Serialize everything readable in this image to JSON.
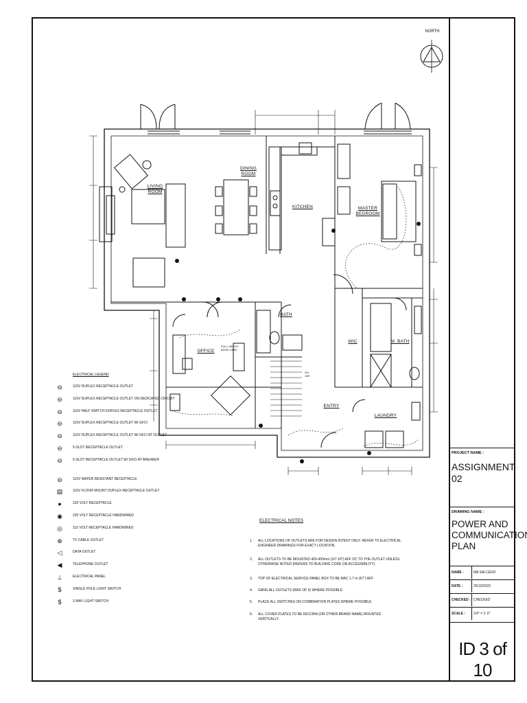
{
  "compass": {
    "label": "NORTH"
  },
  "rooms": {
    "living": "LIVING\nROOM",
    "dining": "DINING\nROOM",
    "kitchen": "KITCHEN",
    "master": "MASTER\nBEDROOM",
    "bath": "BATH",
    "office": "OFFICE",
    "wic": "WIC",
    "mbath": "M. BATH",
    "entry": "ENTRY",
    "laundry": "LAUNDRY"
  },
  "annotations": {
    "bookcase": "FULL HEIGHT\nBOOK CASE",
    "dn": "DN\n16R"
  },
  "legend": {
    "title": "ELECTRICAL LEGEND",
    "items": [
      {
        "icon": "duplex-dedicated-icon",
        "text": "110V DUPLEX RECEPTACLE OUTLET"
      },
      {
        "icon": "duplex-dedicated-icon",
        "text": "110V DUPLEX RECEPTACLE OUTLET ON DEDICATED CIRCUIT"
      },
      {
        "icon": "half-switch-icon",
        "text": "110V HALF SWITCH DUPLEX RECEPTACLE OUTLET"
      },
      {
        "icon": "gfci-icon",
        "text": "110V DUPLEX RECEPTACLE OUTLET W/ GFCI"
      },
      {
        "icon": "gfci-outlet-icon",
        "text": "110V DUPLEX RECEPTACLE OUTLET W/ GFCI AT OUTLET"
      },
      {
        "icon": "5slot-icon",
        "text": "5-SLOT RECEPTACLE OUTLET"
      },
      {
        "icon": "5slot-gfci-icon",
        "text": "5-SLOT RECEPTACLE OUTLET W/ GFCI AT BREAKER"
      },
      {
        "icon": "water-resistant-icon",
        "text": "110V WATER RESISTANT RECEPTACLE"
      },
      {
        "icon": "floor-mount-icon",
        "text": "110V FLOOR MOUNT DUPLEX RECEPTACLE OUTLET"
      },
      {
        "icon": "220v-icon",
        "text": "220 VOLT RECEPTACLE"
      },
      {
        "icon": "220v-hardwired-icon",
        "text": "220 VOLT RECEPTACLE HARDWIRED"
      },
      {
        "icon": "110v-hardwired-icon",
        "text": "110 VOLT RECEPTACLE HARDWIRED"
      },
      {
        "icon": "tv-cable-icon",
        "text": "TV CABLE OUTLET"
      },
      {
        "icon": "data-outlet-icon",
        "text": "DATA OUTLET"
      },
      {
        "icon": "telephone-outlet-icon",
        "text": "TELEPHONE OUTLET"
      },
      {
        "icon": "electrical-panel-icon",
        "text": "ELECTRICAL PANEL"
      },
      {
        "icon": "single-pole-switch-icon",
        "text": "SINGLE POLE LIGHT SWITCH"
      },
      {
        "icon": "3way-switch-icon",
        "text": "3 WAY LIGHT SWITCH"
      }
    ]
  },
  "notes": {
    "title": "ELECTRICAL NOTES",
    "items": [
      "ALL LOCATIONS OF OUTLETS ARE FOR DESIGN INTENT ONLY. REFER TO ELECTRICAL ENGINEER DRAWINGS FOR EXACT LOCATION.",
      "ALL OUTLETS TO BE MOUNTED 400-450mm (16\"-18\") AFF OC TO THE OUTLET UNLESS OTHERWISE NOTED (REFERS TO BUILDING CODE ON ACCESSIBILITY)",
      "TOP OF ELECTRICAL SERVICE PANEL BOX TO BE MAC 1.7 m (67\") AFF",
      "GANG ALL OUTLETS (MAX OF 5) WHERE POSSIBLE",
      "PLACE ALL SWITCHES ON COMBINATION PLATES WHERE POSSIBLE",
      "ALL COVER PLATES TO BE DECORA (OR OTHER BRAND NAME) MOUNTED VERTICALLY."
    ]
  },
  "titleblock": {
    "project_label": "PROJECT NAME :",
    "project_name": "ASSIGNMENT 02",
    "drawing_label": "DRAWING NAME :",
    "drawing_name": "POWER AND\nCOMMUNICATION\nPLAN",
    "rows": [
      {
        "key": "NAME :",
        "value": "MA SALCEDO"
      },
      {
        "key": "DATE :",
        "value": "25/10/2022"
      },
      {
        "key": "CHECKED :",
        "value": "CHECKED"
      },
      {
        "key": "SCALE :",
        "value": "1/4\" = 1'-0\""
      }
    ],
    "sheet": "ID 3 of 10"
  }
}
